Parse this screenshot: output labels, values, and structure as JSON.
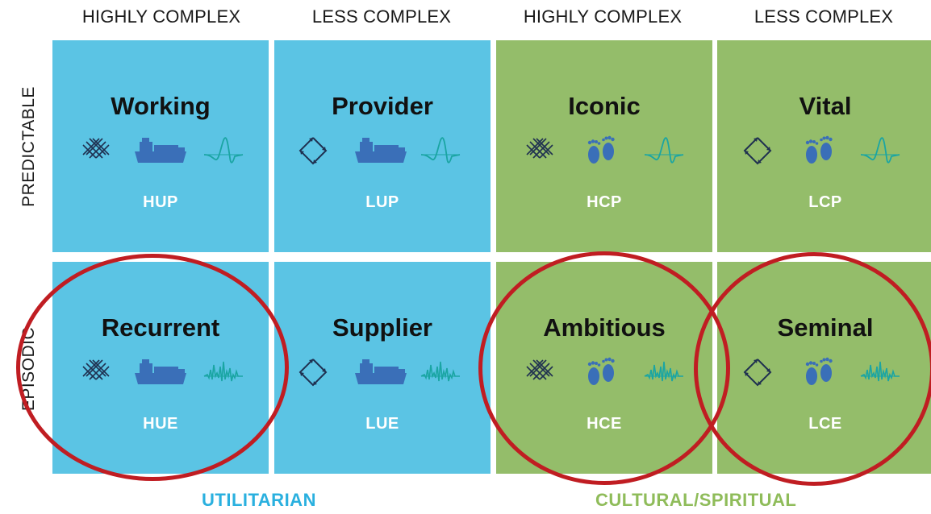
{
  "columns": [
    "HIGHLY COMPLEX",
    "LESS COMPLEX",
    "HIGHLY COMPLEX",
    "LESS COMPLEX"
  ],
  "rows": [
    "PREDICTABLE",
    "EPISODIC"
  ],
  "cells": [
    {
      "title": "Working",
      "code": "HUP",
      "color": "#5bc4e4",
      "icons": [
        "network-lattice-icon",
        "ship-icon",
        "smooth-wave-icon"
      ]
    },
    {
      "title": "Provider",
      "code": "LUP",
      "color": "#5bc4e4",
      "icons": [
        "diamond-arrows-icon",
        "ship-icon",
        "smooth-wave-icon"
      ]
    },
    {
      "title": "Iconic",
      "code": "HCP",
      "color": "#94bd6a",
      "icons": [
        "network-lattice-icon",
        "footprints-icon",
        "smooth-wave-icon"
      ]
    },
    {
      "title": "Vital",
      "code": "LCP",
      "color": "#94bd6a",
      "icons": [
        "diamond-arrows-icon",
        "footprints-icon",
        "smooth-wave-icon"
      ]
    },
    {
      "title": "Recurrent",
      "code": "HUE",
      "color": "#5bc4e4",
      "icons": [
        "network-lattice-icon",
        "ship-icon",
        "jagged-wave-icon"
      ]
    },
    {
      "title": "Supplier",
      "code": "LUE",
      "color": "#5bc4e4",
      "icons": [
        "diamond-arrows-icon",
        "ship-icon",
        "jagged-wave-icon"
      ]
    },
    {
      "title": "Ambitious",
      "code": "HCE",
      "color": "#94bd6a",
      "icons": [
        "network-lattice-icon",
        "footprints-icon",
        "jagged-wave-icon"
      ]
    },
    {
      "title": "Seminal",
      "code": "LCE",
      "color": "#94bd6a",
      "icons": [
        "diamond-arrows-icon",
        "footprints-icon",
        "jagged-wave-icon"
      ]
    }
  ],
  "footer": {
    "utilitarian": "UTILITARIAN",
    "cultural": "CULTURAL/SPIRITUAL",
    "utilitarian_color": "#2ab0df",
    "cultural_color": "#8fbc5a"
  },
  "highlight_color": "#c01d22",
  "highlighted_cells": [
    "Recurrent",
    "Ambitious",
    "Seminal"
  ]
}
